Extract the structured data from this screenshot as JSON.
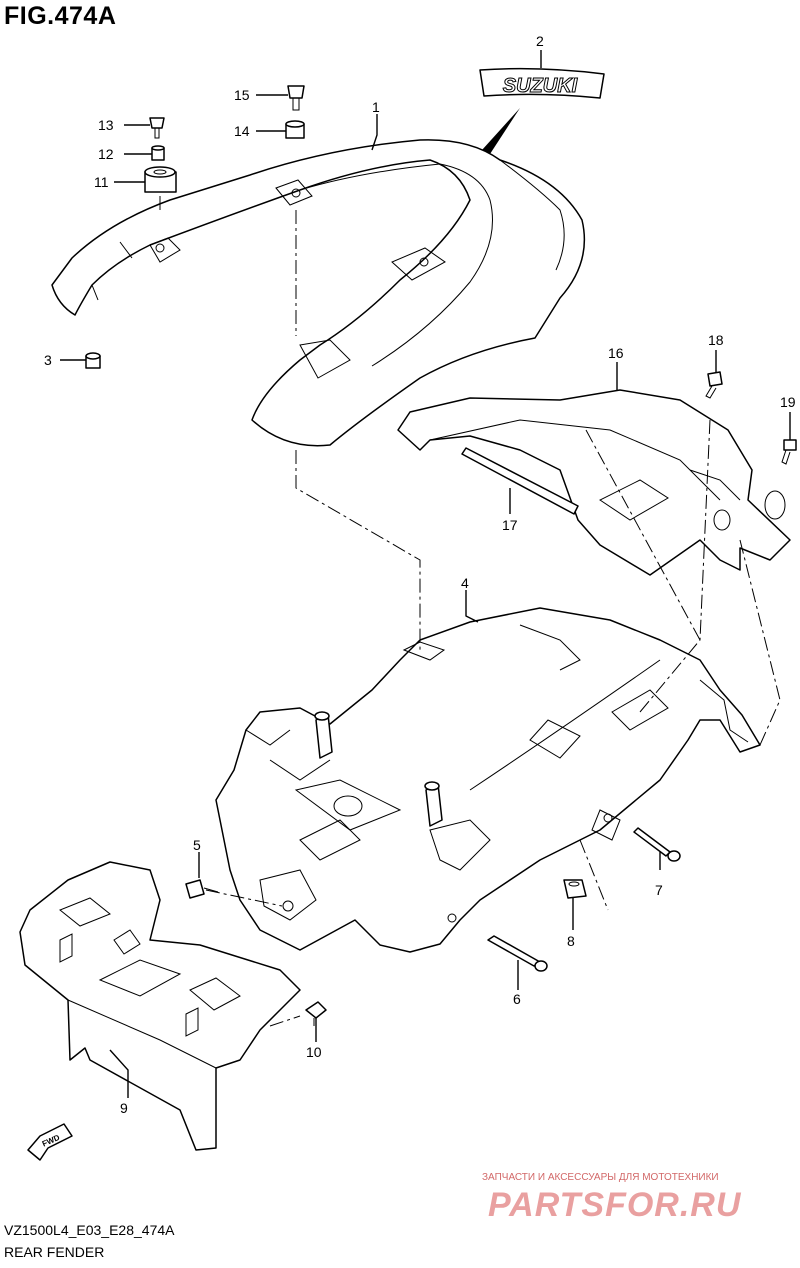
{
  "figure": {
    "title": "FIG.474A"
  },
  "parts": [
    {
      "no": "1"
    },
    {
      "no": "2"
    },
    {
      "no": "3"
    },
    {
      "no": "4"
    },
    {
      "no": "5"
    },
    {
      "no": "6"
    },
    {
      "no": "7"
    },
    {
      "no": "8"
    },
    {
      "no": "9"
    },
    {
      "no": "10"
    },
    {
      "no": "11"
    },
    {
      "no": "12"
    },
    {
      "no": "13"
    },
    {
      "no": "14"
    },
    {
      "no": "15"
    },
    {
      "no": "16"
    },
    {
      "no": "17"
    },
    {
      "no": "18"
    },
    {
      "no": "19"
    }
  ],
  "emblem_text": "SUZUKI",
  "fwd_text": "FWD",
  "footer": {
    "model_code": "VZ1500L4_E03_E28_474A",
    "section_title": "REAR FENDER"
  },
  "watermark": {
    "tagline": "ЗАПЧАСТИ И АКСЕССУАРЫ ДЛЯ МОТОТЕХНИКИ",
    "logo": "PARTSFOR.RU"
  }
}
